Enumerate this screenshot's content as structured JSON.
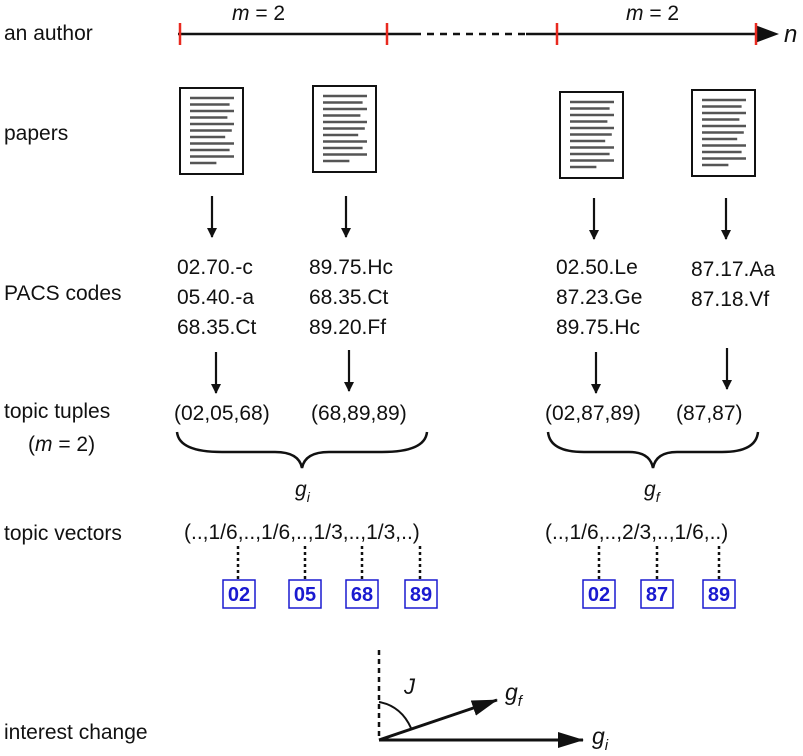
{
  "row_labels": {
    "author": "an author",
    "papers": "papers",
    "pacs": "PACS codes",
    "tuples_line1": "topic tuples",
    "tuples_line2_pre": "(",
    "tuples_line2_m": "m",
    "tuples_line2_post": " = 2)",
    "vectors": "topic vectors",
    "interest": "interest change"
  },
  "timeline": {
    "m_symbol": "m",
    "m_eq": " = 2",
    "end_label": "n"
  },
  "left_group": {
    "paper1_codes": [
      "02.70.-c",
      "05.40.-a",
      "68.35.Ct"
    ],
    "paper2_codes": [
      "89.75.Hc",
      "68.35.Ct",
      "89.20.Ff"
    ],
    "tuple1": "(02,05,68)",
    "tuple2": "(68,89,89)",
    "g_symbol": "g",
    "g_sub": "i",
    "vector": "(..,1/6,..,1/6,..,1/3,..,1/3,..)",
    "topic_codes": [
      "02",
      "05",
      "68",
      "89"
    ]
  },
  "right_group": {
    "paper1_codes": [
      "02.50.Le",
      "87.23.Ge",
      "89.75.Hc"
    ],
    "paper2_codes": [
      "87.17.Aa",
      "87.18.Vf"
    ],
    "tuple1": "(02,87,89)",
    "tuple2": "(87,87)",
    "g_symbol": "g",
    "g_sub": "f",
    "vector": "(..,1/6,..,2/3,..,1/6,..)",
    "topic_codes": [
      "02",
      "87",
      "89"
    ]
  },
  "angle": {
    "symbol": "J",
    "gf_symbol": "g",
    "gf_sub": "f",
    "gi_symbol": "g",
    "gi_sub": "i"
  },
  "colors": {
    "tick": "#e8291f",
    "code_blue": "#1a1ad0",
    "doc_line": "#555555"
  }
}
